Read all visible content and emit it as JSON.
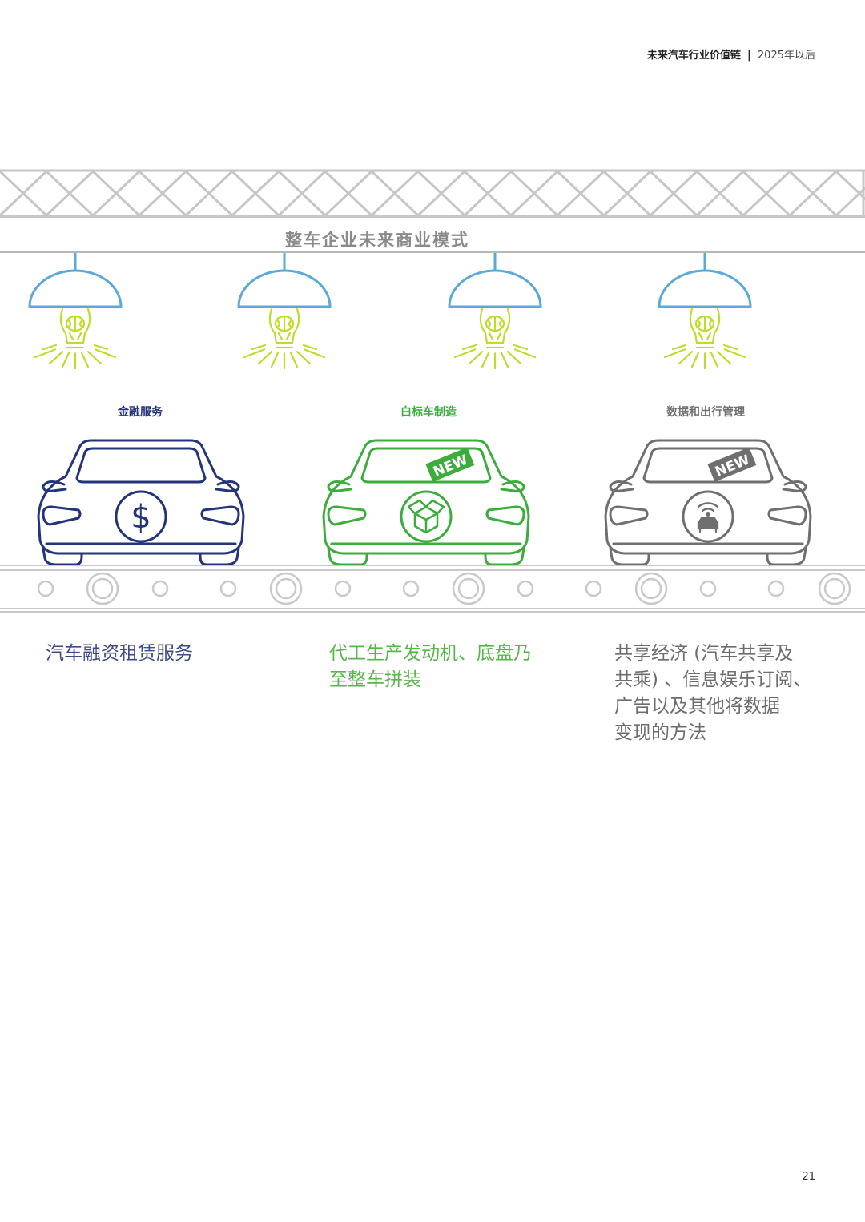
{
  "header": {
    "title": "未来汽车行业价值链",
    "separator": "|",
    "subtitle": "2025年以后"
  },
  "banner": {
    "title": "整车企业未来商业模式"
  },
  "categories": [
    {
      "label": "金融服务",
      "color": "#23347a",
      "badge": "",
      "icon": "dollar-icon",
      "description_lines": [
        "汽车融资租赁服务"
      ]
    },
    {
      "label": "白标车制造",
      "color": "#3cad3c",
      "badge": "NEW",
      "icon": "package-icon",
      "description_lines": [
        "代工生产发动机、底盘乃",
        "至整车拼装"
      ]
    },
    {
      "label": "数据和出行管理",
      "color": "#6f6f6f",
      "badge": "NEW",
      "icon": "connected-car-icon",
      "description_lines": [
        "共享经济 (汽车共享及",
        "共乘) 、信息娱乐订阅、",
        "广告以及其他将数据",
        "变现的方法"
      ]
    }
  ],
  "colors": {
    "lamp_shade": "#5aa9d9",
    "bulb": "#c5d92a",
    "truss": "#c6c6c6",
    "conveyor": "#c9c9c9"
  },
  "page_number": "21"
}
